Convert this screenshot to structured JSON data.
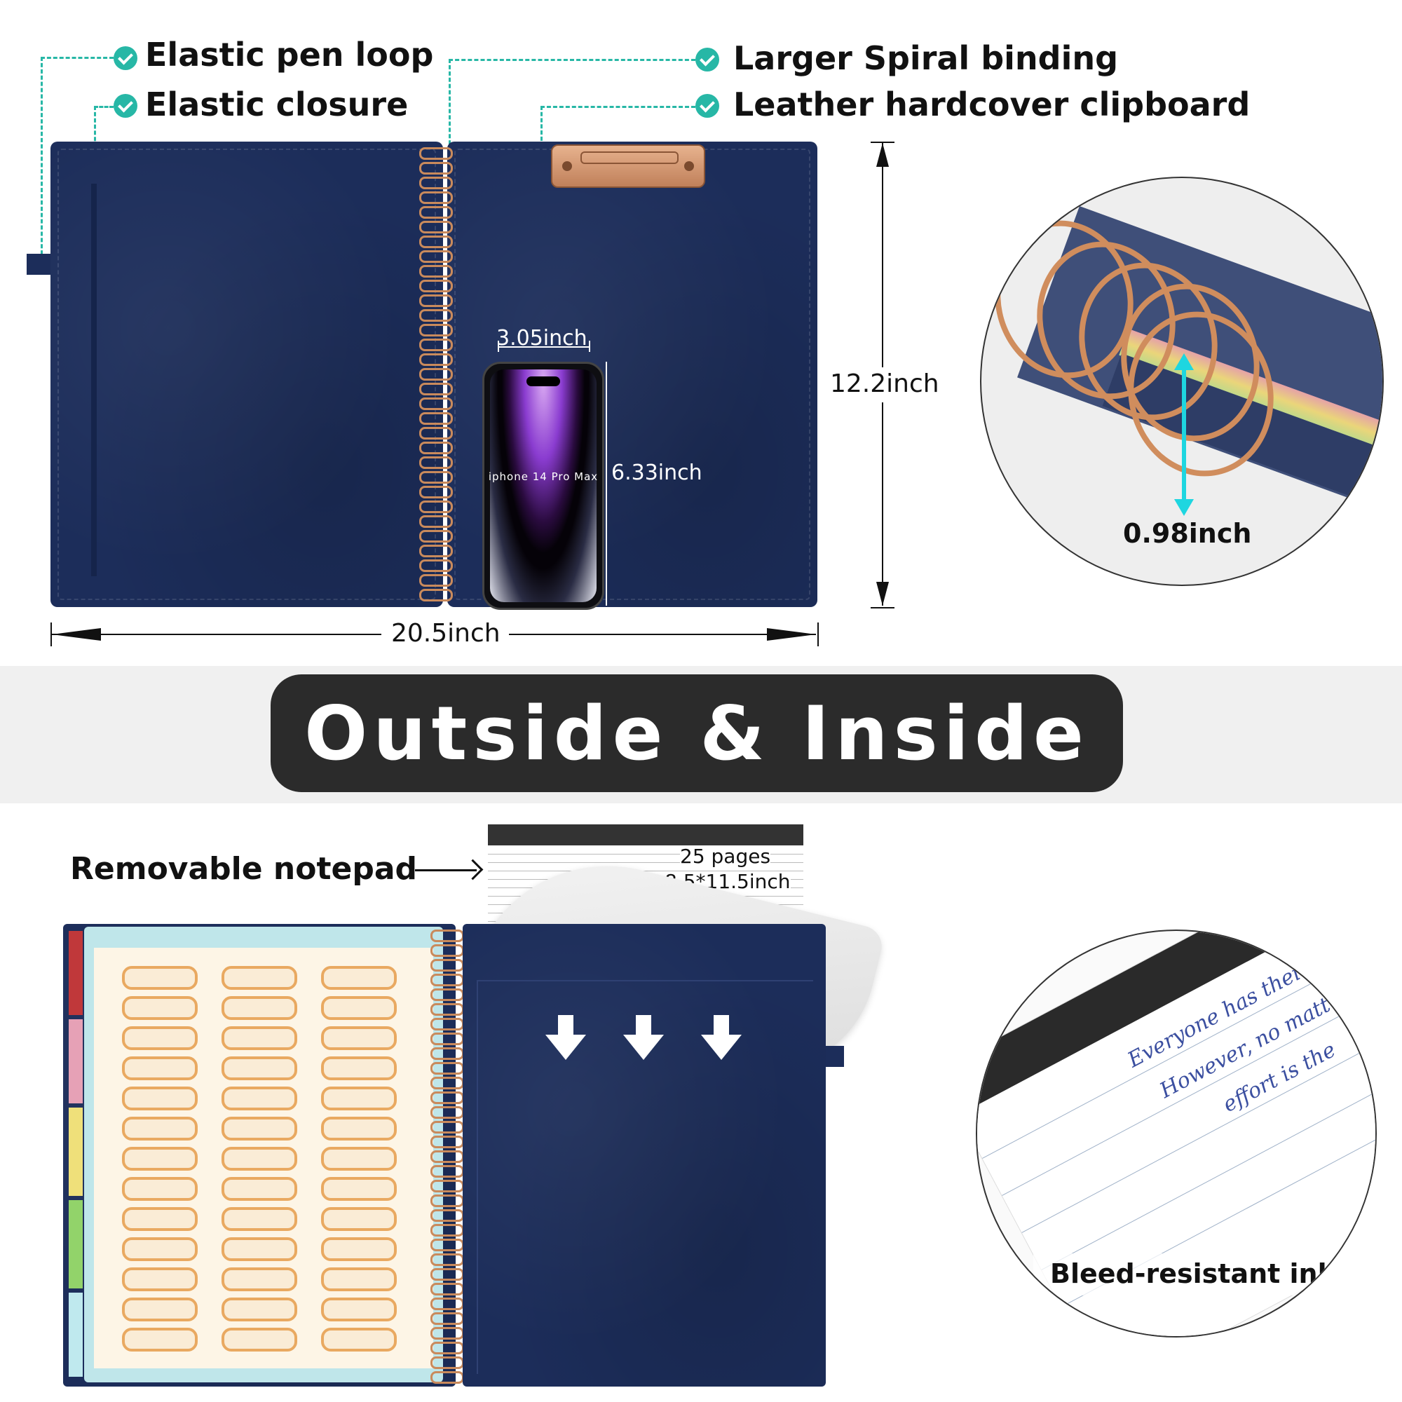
{
  "features": {
    "pen_loop": "Elastic pen loop",
    "closure": "Elastic closure",
    "spiral": "Larger Spiral binding",
    "clipboard": "Leather hardcover clipboard"
  },
  "dimensions": {
    "width": "20.5inch",
    "height": "12.2inch",
    "phone_width": "3.05inch",
    "phone_height": "6.33inch",
    "phone_label": "iphone 14 Pro Max",
    "ring_diameter": "0.98inch"
  },
  "banner": {
    "title": "Outside & Inside"
  },
  "notepad": {
    "label": "Removable notepad",
    "pages": "25 pages",
    "size": "8.5*11.5inch"
  },
  "ink": {
    "label": "Bleed-resistant ink"
  },
  "handwriting": [
    "Everyone has their own world",
    "However, no matter how",
    "effort is the"
  ],
  "colors": {
    "accent": "#27b7a6",
    "cover": "#1c2d5a",
    "banner": "#2b2b2b",
    "rings": "#c98a5c",
    "tabs": [
      "#c0383a",
      "#e6a1b6",
      "#efe07a",
      "#92d36a",
      "#bfe9ee"
    ]
  }
}
